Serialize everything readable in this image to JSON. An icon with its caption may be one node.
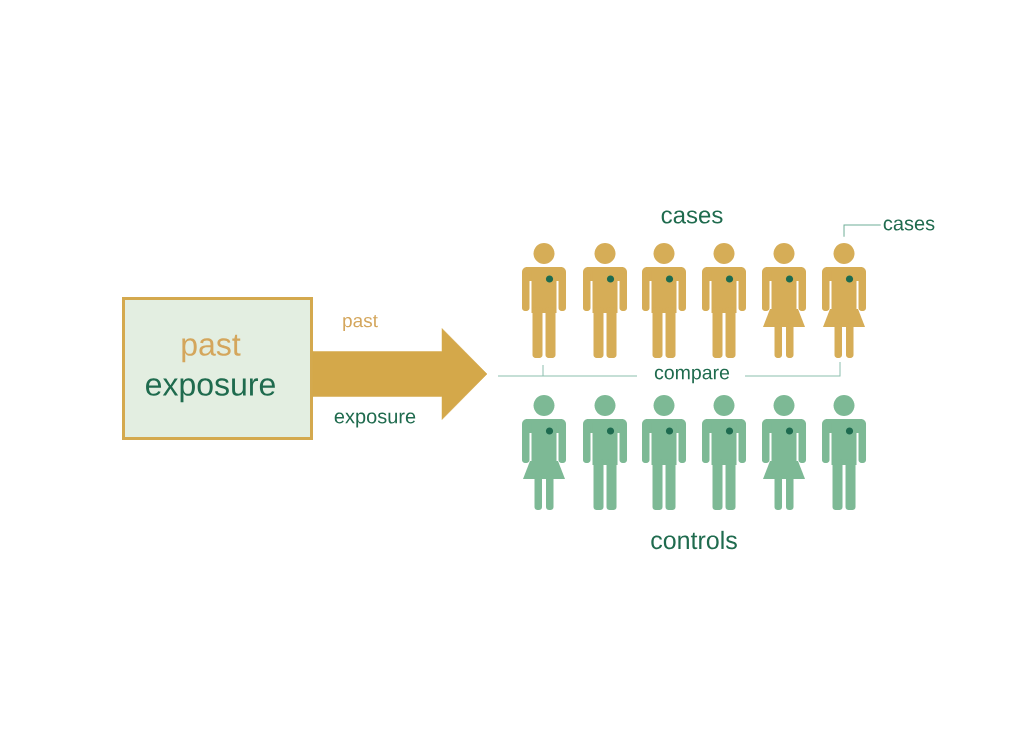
{
  "diagram": {
    "nodes": [
      {
        "text": [
          "past",
          "exposure"
        ]
      },
      {
        "text": [
          "cases"
        ]
      },
      {
        "text": [],
        "shape": "person"
      },
      {
        "text": [],
        "shape": "person"
      },
      {
        "text": [],
        "shape": "person"
      },
      {
        "text": [],
        "shape": "person"
      },
      {
        "text": [],
        "shape": "person"
      },
      {
        "text": [],
        "shape": "person"
      },
      {
        "text": [],
        "shape": "person"
      },
      {
        "text": [],
        "shape": "person"
      },
      {
        "text": [],
        "shape": "person"
      },
      {
        "text": [],
        "shape": "person"
      },
      {
        "text": [],
        "shape": "person"
      },
      {
        "text": [],
        "shape": "person"
      }
    ],
    "edges": [
      {
        "from": 0,
        "to": null,
        "arrow": "to",
        "style": "thick",
        "color": "#d4a84a"
      },
      {
        "from": 1,
        "to": 7,
        "arrow": "none",
        "color": "#6fae97"
      }
    ],
    "labels": [
      "cases",
      "past",
      "compare",
      "exposure",
      "controls"
    ]
  }
}
